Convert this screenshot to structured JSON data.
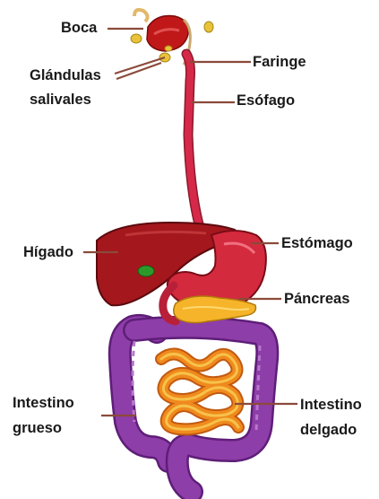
{
  "diagram": {
    "labels": {
      "boca": "Boca",
      "glandulas_line1": "Glándulas",
      "glandulas_line2": "salivales",
      "faringe": "Faringe",
      "esofago": "Esófago",
      "higado": "Hígado",
      "estomago": "Estómago",
      "pancreas": "Páncreas",
      "intestino_grueso_line1": "Intestino",
      "intestino_grueso_line2": "grueso",
      "intestino_delgado_line1": "Intestino",
      "intestino_delgado_line2": "delgado"
    },
    "colors": {
      "leader_line": "#8b4a3a",
      "mouth": "#c01818",
      "esophagus": "#d6294a",
      "liver": "#a3171d",
      "stomach": "#d42a3e",
      "gallbladder": "#2c9a2a",
      "pancreas": "#f5b42a",
      "large_intestine": "#8e3ea8",
      "small_intestine": "#f08a1e",
      "salivary_gland": "#e8c23a"
    }
  }
}
